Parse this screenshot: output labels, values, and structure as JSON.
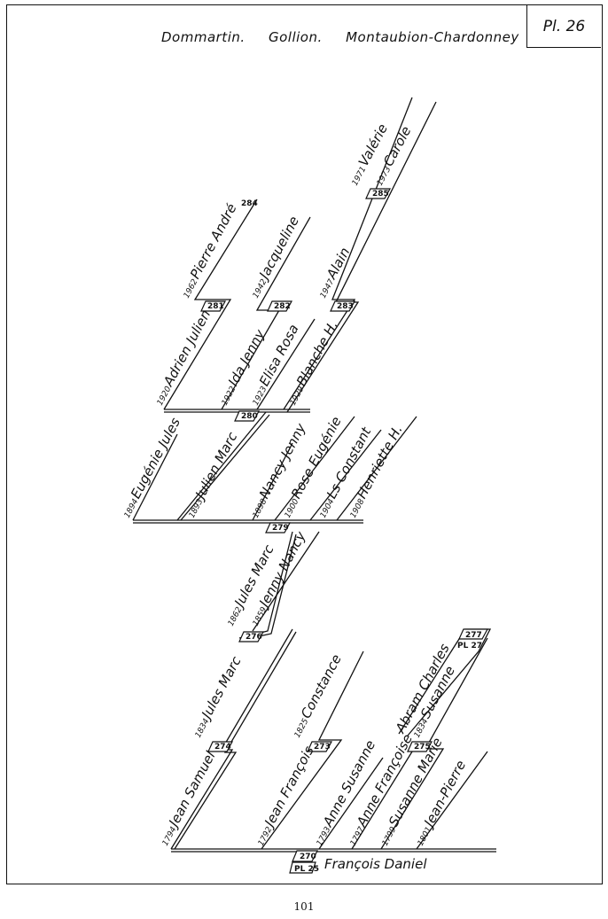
{
  "header": {
    "places": [
      "Dommartin.",
      "Gollion.",
      "Montaubion-Chardonney"
    ],
    "plate": "Pl. 26"
  },
  "page_number": "101",
  "root": {
    "box": "270",
    "ref": "PL 25",
    "name": "François Daniel"
  },
  "persons": [
    {
      "year": "1794",
      "name": "Jean Samuel"
    },
    {
      "year": "1792",
      "name": "Jean François"
    },
    {
      "year": "1793",
      "name": "Anne Susanne"
    },
    {
      "year": "1797",
      "name": "Anne Françoise"
    },
    {
      "year": "1799",
      "name": "Susanne Marie"
    },
    {
      "year": "1801",
      "name": "Jean-Pierre"
    },
    {
      "year": "1834",
      "name": "Jules Marc"
    },
    {
      "year": "1825",
      "name": "Constance"
    },
    {
      "year": "",
      "name": "Abram Charles"
    },
    {
      "year": "1834",
      "name": "Susanne"
    },
    {
      "year": "1862",
      "name": "Jules Marc"
    },
    {
      "year": "1859",
      "name": "Jenny Nancy"
    },
    {
      "year": "1894",
      "name": "Eugénie Jules"
    },
    {
      "year": "1893",
      "name": "Julien Marc"
    },
    {
      "year": "1898",
      "name": "Nancy Jenny"
    },
    {
      "year": "1900",
      "name": "Rose Eugénie"
    },
    {
      "year": "1904",
      "name": "Ls Constant"
    },
    {
      "year": "1908",
      "name": "Henriette H."
    },
    {
      "year": "1920",
      "name": "Adrien Julien"
    },
    {
      "year": "1922",
      "name": "Ida Jenny"
    },
    {
      "year": "1923",
      "name": "Elisa Rosa"
    },
    {
      "year": "1929",
      "name": "Blanche H."
    },
    {
      "year": "1962",
      "name": "Pierre André"
    },
    {
      "year": "1942",
      "name": "Jacqueline"
    },
    {
      "year": "1947",
      "name": "Alain"
    },
    {
      "year": "1971",
      "name": "Valérie"
    },
    {
      "year": "1973",
      "name": "Carole"
    }
  ],
  "boxes": [
    "274",
    "273",
    "275",
    "277",
    "PL 27",
    "276",
    "279",
    "280",
    "281",
    "282",
    "283",
    "284",
    "285"
  ]
}
